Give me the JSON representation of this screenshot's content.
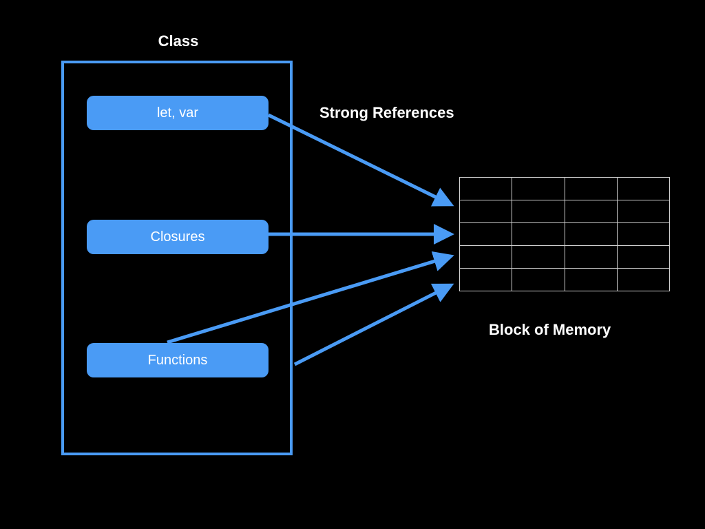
{
  "class_title": "Class",
  "members": [
    {
      "label": "let, var"
    },
    {
      "label": "Closures"
    },
    {
      "label": "Functions"
    }
  ],
  "strong_references_label": "Strong References",
  "memory_label": "Block of Memory",
  "memory_grid": {
    "rows": 5,
    "cols": 4
  },
  "colors": {
    "background": "#000000",
    "accent": "#4a9bf5",
    "grid_lines": "#cfcfcf",
    "text": "#ffffff"
  },
  "references": [
    {
      "from": "let, var",
      "to": "Block of Memory"
    },
    {
      "from": "Closures",
      "to": "Block of Memory"
    },
    {
      "from": "Functions",
      "to": "Block of Memory"
    },
    {
      "from": "Class",
      "to": "Block of Memory"
    }
  ]
}
